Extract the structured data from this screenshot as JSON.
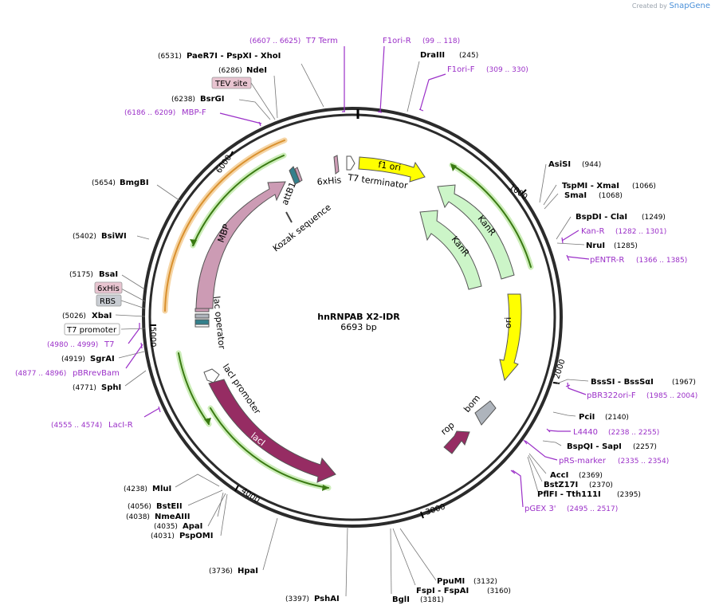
{
  "credit": {
    "prefix": "Created by",
    "brand": "SnapGene"
  },
  "plasmid": {
    "name": "hnRNPAB X2-IDR",
    "length": "6693 bp",
    "total_bp": 6693
  },
  "ticks": [
    "1000",
    "2000",
    "3000",
    "4000",
    "5000",
    "6000"
  ],
  "enzymes": [
    {
      "name": "PaeR7I  -  PspXI  -  XhoI",
      "pos": "(6531)"
    },
    {
      "name": "NdeI",
      "pos": "(6286)"
    },
    {
      "name": "BsrGI",
      "pos": "(6238)"
    },
    {
      "name": "BmgBI",
      "pos": "(5654)"
    },
    {
      "name": "BsiWI",
      "pos": "(5402)"
    },
    {
      "name": "BsaI",
      "pos": "(5175)"
    },
    {
      "name": "XbaI",
      "pos": "(5026)"
    },
    {
      "name": "SgrAI",
      "pos": "(4919)"
    },
    {
      "name": "SphI",
      "pos": "(4771)"
    },
    {
      "name": "MluI",
      "pos": "(4238)"
    },
    {
      "name": "BstEII",
      "pos": "(4056)"
    },
    {
      "name": "NmeAIII",
      "pos": "(4038)"
    },
    {
      "name": "ApaI",
      "pos": "(4035)"
    },
    {
      "name": "PspOMI",
      "pos": "(4031)"
    },
    {
      "name": "HpaI",
      "pos": "(3736)"
    },
    {
      "name": "PshAI",
      "pos": "(3397)"
    },
    {
      "name": "DraIII",
      "pos": "(245)"
    },
    {
      "name": "AsiSI",
      "pos": "(944)"
    },
    {
      "name": "TspMI  -  XmaI",
      "pos": "(1066)"
    },
    {
      "name": "SmaI",
      "pos": "(1068)"
    },
    {
      "name": "BspDI  -  ClaI",
      "pos": "(1249)"
    },
    {
      "name": "NruI",
      "pos": "(1285)"
    },
    {
      "name": "BssSI  -  BssSαI",
      "pos": "(1967)"
    },
    {
      "name": "PciI",
      "pos": "(2140)"
    },
    {
      "name": "BspQI  -  SapI",
      "pos": "(2257)"
    },
    {
      "name": "AccI",
      "pos": "(2369)"
    },
    {
      "name": "BstZ17I",
      "pos": "(2370)"
    },
    {
      "name": "PflFI  -  Tth111I",
      "pos": "(2395)"
    },
    {
      "name": "PpuMI",
      "pos": "(3132)"
    },
    {
      "name": "FspI  -  FspAI",
      "pos": "(3160)"
    },
    {
      "name": "BglI",
      "pos": "(3181)"
    }
  ],
  "primers": [
    {
      "name": "T7 Term",
      "range": "(6607 .. 6625)"
    },
    {
      "name": "F1ori-R",
      "range": "(99 .. 118)"
    },
    {
      "name": "F1ori-F",
      "range": "(309 .. 330)"
    },
    {
      "name": "MBP-F",
      "range": "(6186 .. 6209)"
    },
    {
      "name": "T7",
      "range": "(4980 .. 4999)"
    },
    {
      "name": "pBRrevBam",
      "range": "(4877 .. 4896)"
    },
    {
      "name": "LacI-R",
      "range": "(4555 .. 4574)"
    },
    {
      "name": "Kan-R",
      "range": "(1282 .. 1301)"
    },
    {
      "name": "pENTR-R",
      "range": "(1366 .. 1385)"
    },
    {
      "name": "pBR322ori-F",
      "range": "(1985 .. 2004)"
    },
    {
      "name": "L4440",
      "range": "(2238 .. 2255)"
    },
    {
      "name": "pRS-marker",
      "range": "(2335 .. 2354)"
    },
    {
      "name": "pGEX 3'",
      "range": "(2495 .. 2517)"
    }
  ],
  "boxed_features": [
    "TEV site",
    "6xHis",
    "RBS",
    "T7 promoter"
  ],
  "features": [
    "f1 ori",
    "T7 terminator",
    "6xHis",
    "attB1",
    "Kozak sequence",
    "MBP",
    "lac operator",
    "lacI promoter",
    "lacI",
    "KanR",
    "KanR",
    "ori",
    "bom",
    "rop"
  ],
  "colors": {
    "enzyme": "#000000",
    "primer": "#9b30c8",
    "f1ori": "#ffff00",
    "kanr": "#ccf5c8",
    "mbp": "#cc9bb4",
    "laci": "#962c63",
    "bom": "#aeb4bc",
    "ori": "#ffff00",
    "attb": "#33808c",
    "orf_green": "#3a7a12",
    "orf_orange": "#d9902e"
  }
}
